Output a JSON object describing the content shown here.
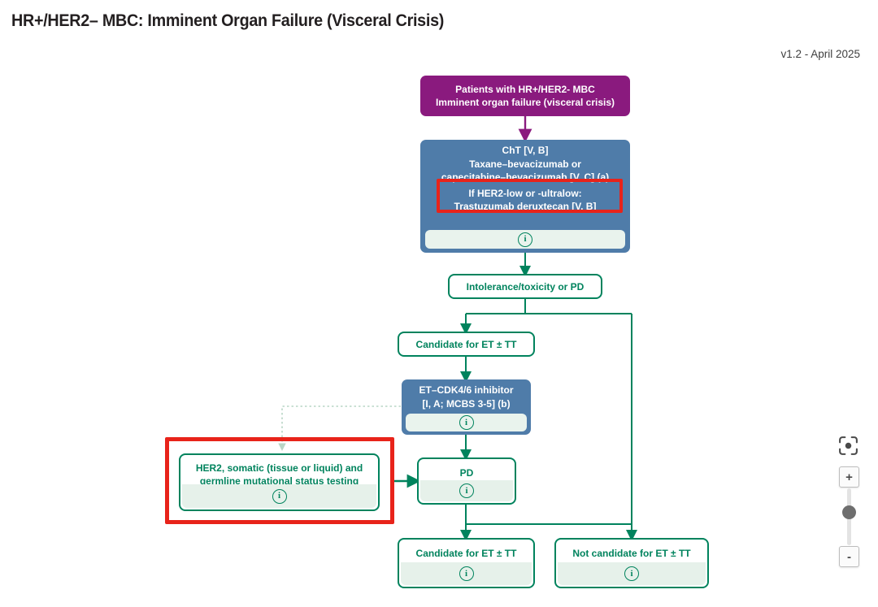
{
  "header": {
    "title": "HR+/HER2– MBC: Imminent Organ Failure (Visceral Crisis)",
    "version": "v1.2 - April 2025"
  },
  "flowchart": {
    "patients": {
      "line1": "Patients with HR+/HER2- MBC",
      "line2": "Imminent organ failure (visceral crisis)"
    },
    "cht": {
      "line1": "ChT [V, B]",
      "line2": "Taxane–bevacizumab or",
      "line3": "capecitabine–bevacizumab [V, C] (a)",
      "highlight_line1": "If HER2-low or -ultralow:",
      "highlight_line2": "Trastuzumab deruxtecan [V, B]"
    },
    "intolerance": {
      "label": "Intolerance/toxicity or PD"
    },
    "candidate_mid": {
      "label": "Candidate for ET ± TT"
    },
    "et_cdk46": {
      "line1": "ET–CDK4/6 inhibitor",
      "line2": "[I, A; MCBS 3-5] (b)"
    },
    "her2_testing": {
      "line1": "HER2, somatic (tissue or liquid) and",
      "line2": "germline mutational status testing"
    },
    "pd": {
      "label": "PD"
    },
    "candidate_bottom": {
      "label": "Candidate for ET ± TT"
    },
    "not_candidate": {
      "label": "Not candidate for ET ± TT"
    }
  },
  "icons": {
    "info_glyph": "i",
    "zoom_in_glyph": "+",
    "zoom_out_glyph": "-"
  },
  "colors": {
    "node_purple": "#8a1a7e",
    "node_blue": "#4f7ca9",
    "line_green": "#00835d",
    "highlight_red": "#e8231a",
    "info_bar_mint": "#e9f3ed"
  }
}
